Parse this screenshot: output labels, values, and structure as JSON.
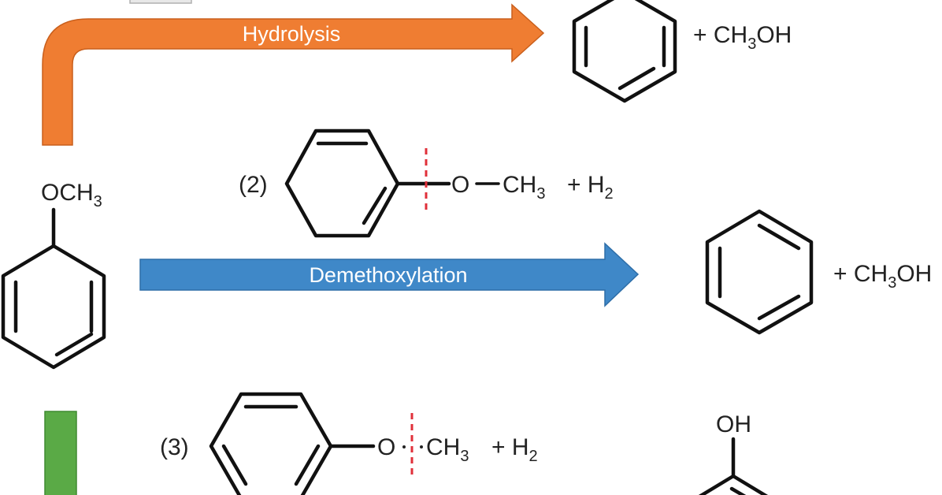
{
  "colors": {
    "hydrolysis_arrow": "#ef7d32",
    "demethoxylation_arrow": "#3f88c8",
    "third_arrow": "#5aaa46",
    "cleavage_mark": "#e0303a"
  },
  "reactant": {
    "substituent": {
      "main": "OCH",
      "sub": "3"
    }
  },
  "hydrolysis": {
    "label": "Hydrolysis",
    "product_text": {
      "prefix": "+ CH",
      "sub": "3",
      "suffix": "OH"
    }
  },
  "pathway_2": {
    "number": "(2)",
    "o": "O",
    "ch3": {
      "main": "CH",
      "sub": "3"
    },
    "h2": {
      "prefix": "+ H",
      "sub": "2"
    }
  },
  "demethoxylation": {
    "label": "Demethoxylation",
    "product_text": {
      "prefix": "+ CH",
      "sub": "3",
      "suffix": "OH"
    }
  },
  "pathway_3": {
    "number": "(3)",
    "o": "O",
    "ch3": {
      "main": "CH",
      "sub": "3"
    },
    "h2": {
      "prefix": "+ H",
      "sub": "2"
    },
    "product_substituent": "OH"
  }
}
